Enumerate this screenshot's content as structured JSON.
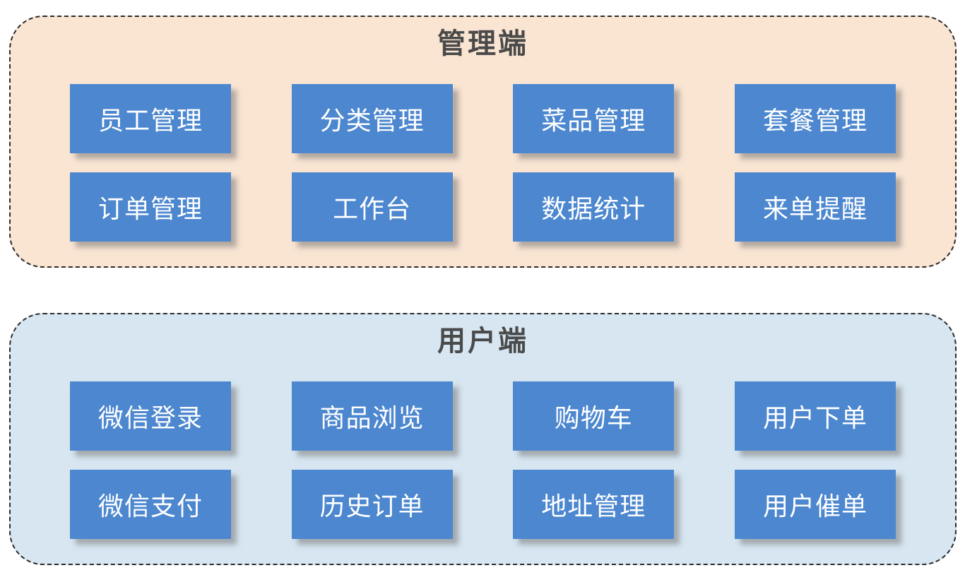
{
  "diagram": {
    "type": "system-architecture",
    "colors": {
      "admin_section_bg": "#fae5d3",
      "user_section_bg": "#d7e6f1",
      "box_fill": "#4c87cf",
      "box_text": "#ffffff",
      "title_text": "#4a4a4a",
      "dashed_border": "#2b2b2b"
    }
  },
  "sections": [
    {
      "title": "管理端",
      "bg_color": "#fae5d3",
      "items": [
        "员工管理",
        "分类管理",
        "菜品管理",
        "套餐管理",
        "订单管理",
        "工作台",
        "数据统计",
        "来单提醒"
      ]
    },
    {
      "title": "用户端",
      "bg_color": "#d7e6f1",
      "items": [
        "微信登录",
        "商品浏览",
        "购物车",
        "用户下单",
        "微信支付",
        "历史订单",
        "地址管理",
        "用户催单"
      ]
    }
  ]
}
